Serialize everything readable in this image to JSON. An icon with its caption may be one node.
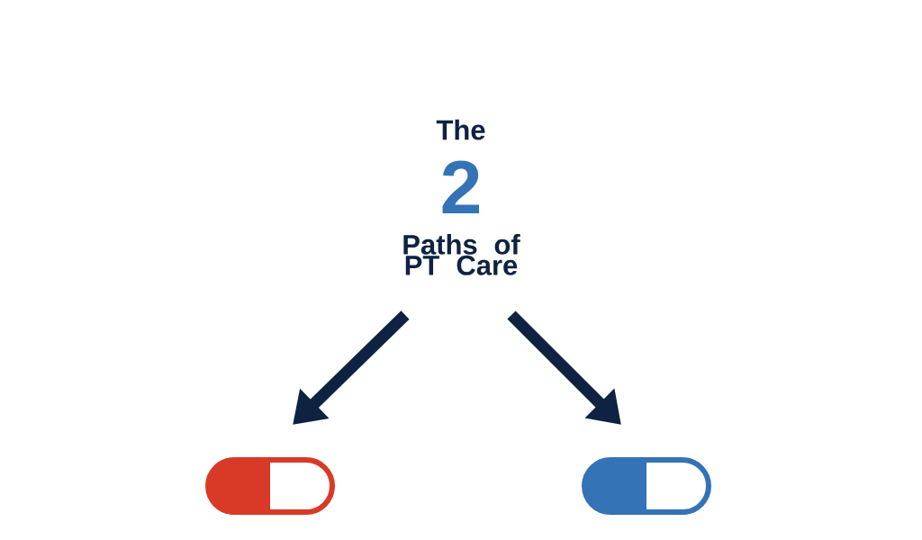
{
  "diagram": {
    "nodes": [
      {
        "text": [
          "The",
          "2",
          "Paths of PT Care"
        ]
      },
      {
        "text": [],
        "shape": "pill"
      },
      {
        "text": [],
        "shape": "pill"
      }
    ],
    "edges": [
      {
        "from": 0,
        "to": 1,
        "arrow": "to"
      },
      {
        "from": 0,
        "to": 2,
        "arrow": "to"
      }
    ]
  }
}
